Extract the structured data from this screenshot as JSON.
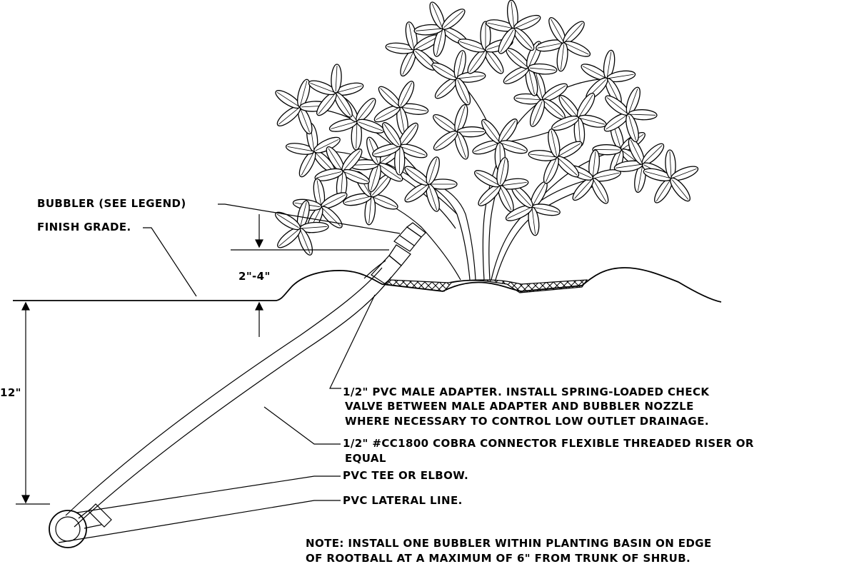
{
  "labels": {
    "bubbler": "BUBBLER (SEE LEGEND)",
    "finish_grade": "FINISH GRADE.",
    "dim_depth_small": "2\"-4\"",
    "dim_depth_large": "12\"",
    "male_adapter": [
      "1/2\"  PVC MALE ADAPTER. INSTALL SPRING-LOADED CHECK",
      "VALVE BETWEEN MALE ADAPTER AND BUBBLER NOZZLE",
      "WHERE NECESSARY TO CONTROL LOW OUTLET DRAINAGE."
    ],
    "cobra_connector": [
      "1/2\" #CC1800 COBRA CONNECTOR FLEXIBLE THREADED RISER OR",
      "EQUAL"
    ],
    "tee": "PVC TEE OR ELBOW.",
    "lateral": "PVC LATERAL LINE.",
    "note": [
      "NOTE:  INSTALL ONE BUBBLER WITHIN PLANTING BASIN ON EDGE",
      "OF ROOTBALL AT A MAXIMUM OF 6\" FROM TRUNK OF SHRUB."
    ]
  }
}
